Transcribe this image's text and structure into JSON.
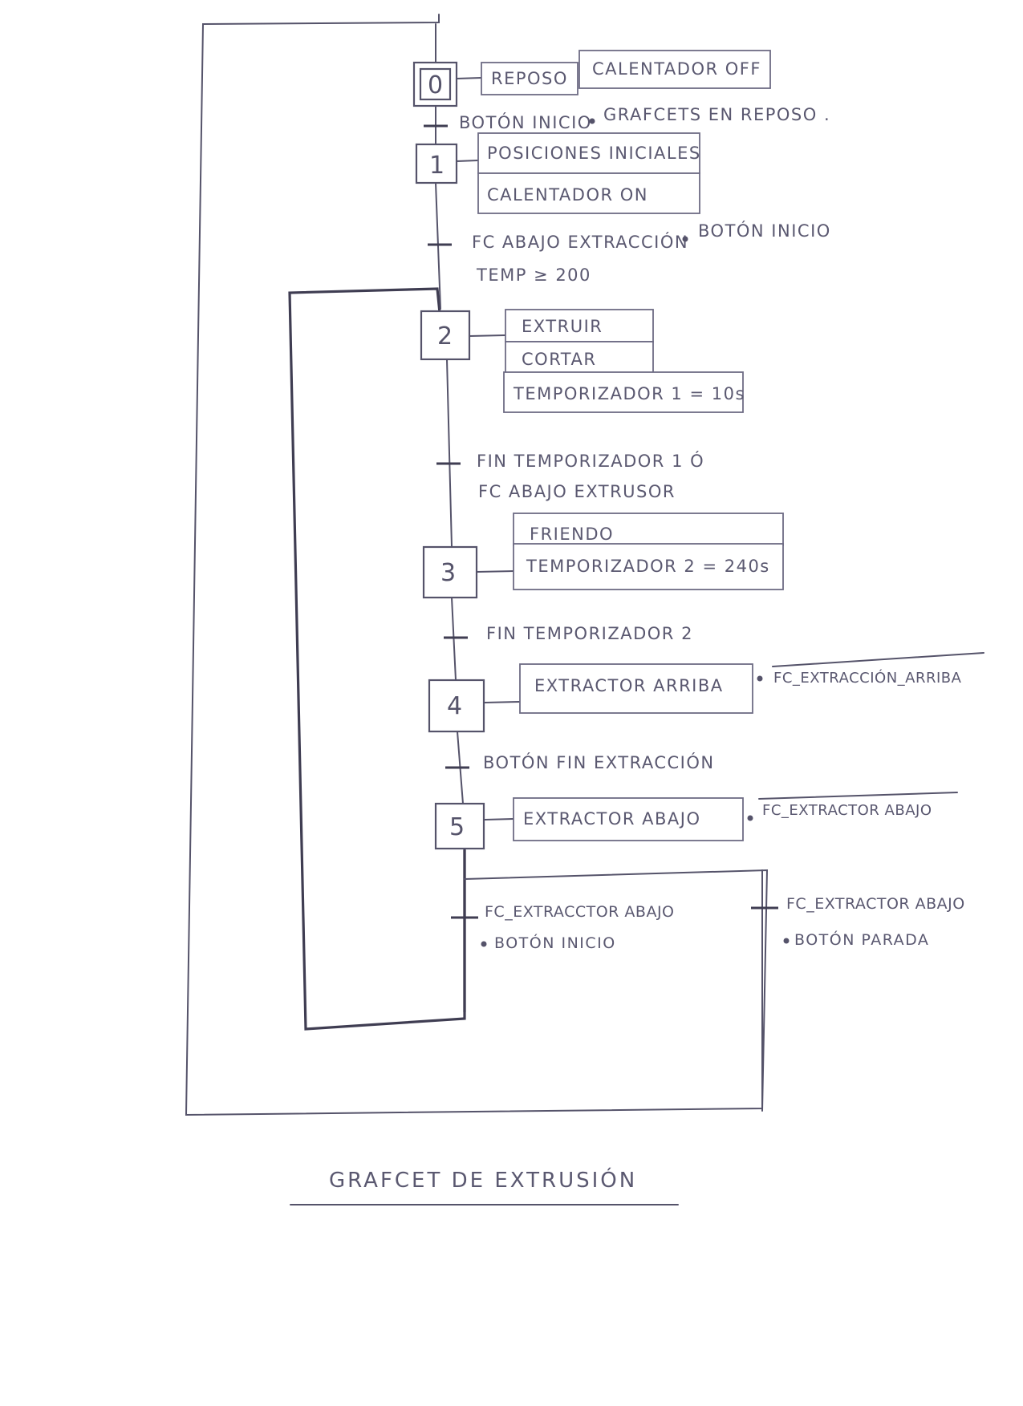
{
  "steps": [
    {
      "id": "0",
      "actions": [
        "REPOSO",
        "CALENTADOR OFF"
      ]
    },
    {
      "id": "1",
      "actions": [
        "POSICIONES INICIALES",
        "CALENTADOR ON"
      ]
    },
    {
      "id": "2",
      "actions": [
        "EXTRUIR",
        "CORTAR",
        "TEMPORIZADOR 1 = 10s"
      ]
    },
    {
      "id": "3",
      "actions": [
        "FRIENDO",
        "TEMPORIZADOR 2 = 240s"
      ]
    },
    {
      "id": "4",
      "actions": [
        "EXTRACTOR ARRIBA"
      ],
      "condition": "FC_EXTRACCIÓN_ARRIBA"
    },
    {
      "id": "5",
      "actions": [
        "EXTRACTOR ABAJO"
      ],
      "condition": "FC_EXTRACTOR ABAJO"
    }
  ],
  "transitions": [
    {
      "line1": "BOTÓN INICIO",
      "line2": "GRAFCETS EN REPOSO ."
    },
    {
      "line1": "FC ABAJO EXTRACCIÓN",
      "line1b": "BOTÓN INICIO",
      "line2": "TEMP ≥ 200"
    },
    {
      "line1": "FIN TEMPORIZADOR 1  Ó",
      "line2": "FC ABAJO EXTRUSOR"
    },
    {
      "line1": "FIN TEMPORIZADOR 2"
    },
    {
      "line1": "BOTÓN FIN EXTRACCIÓN"
    },
    {
      "line1": "FC_EXTRACCTOR ABAJO",
      "line2": "BOTÓN INICIO"
    },
    {
      "line1": "FC_EXTRACTOR ABAJO",
      "line2": "BOTÓN PARADA"
    }
  ],
  "caption": "GRAFCET DE EXTRUSIÓN"
}
